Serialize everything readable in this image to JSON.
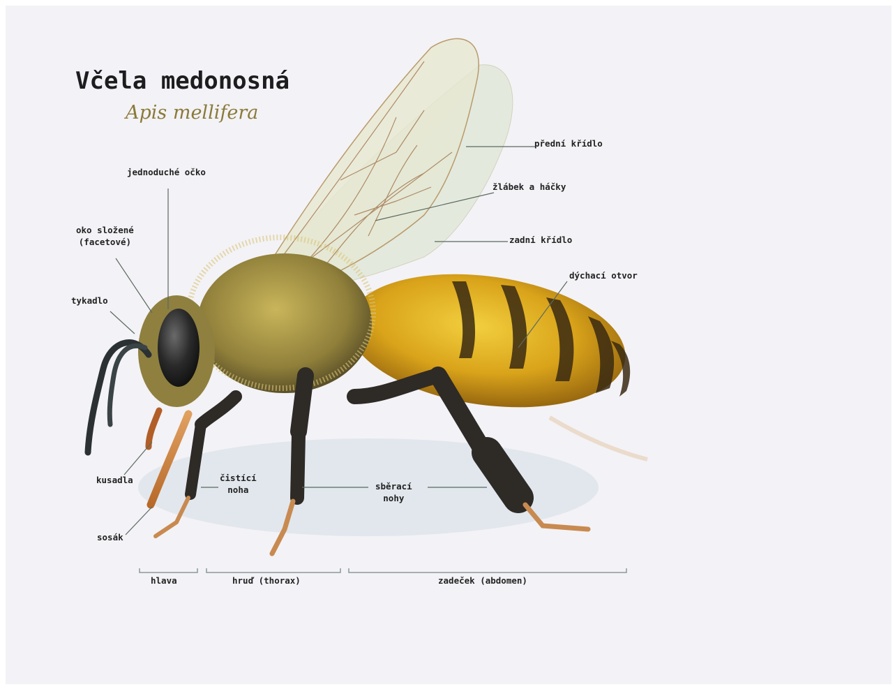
{
  "title": "Včela medonosná",
  "subtitle": "Apis mellifera",
  "labels": {
    "predni_kridlo": "přední křídlo",
    "zlabek_hacky": "žlábek a háčky",
    "zadni_kridlo": "zadní křídlo",
    "dychaci_otvor": "dýchací otvor",
    "jednoduche_ocko": "jednoduché očko",
    "oko_slozene_1": "oko složené",
    "oko_slozene_2": "(facetové)",
    "tykadlo": "tykadlo",
    "kusadla": "kusadla",
    "sosak": "sosák",
    "cistici_1": "čistící",
    "cistici_2": "noha",
    "sberaci_1": "sběrací",
    "sberaci_2": "nohy"
  },
  "segments": {
    "hlava": "hlava",
    "hrud": "hruď (thorax)",
    "zadecek": "zadeček (abdomen)"
  },
  "colors": {
    "background": "#f3f2f6",
    "title": "#1d1d1f",
    "subtitle": "#8a7a3a",
    "body_yellow": "#d9a31a",
    "stripe_dark": "#3a2a12",
    "leg_dark": "#2e2a26",
    "leader_line": "#5a6a60"
  }
}
